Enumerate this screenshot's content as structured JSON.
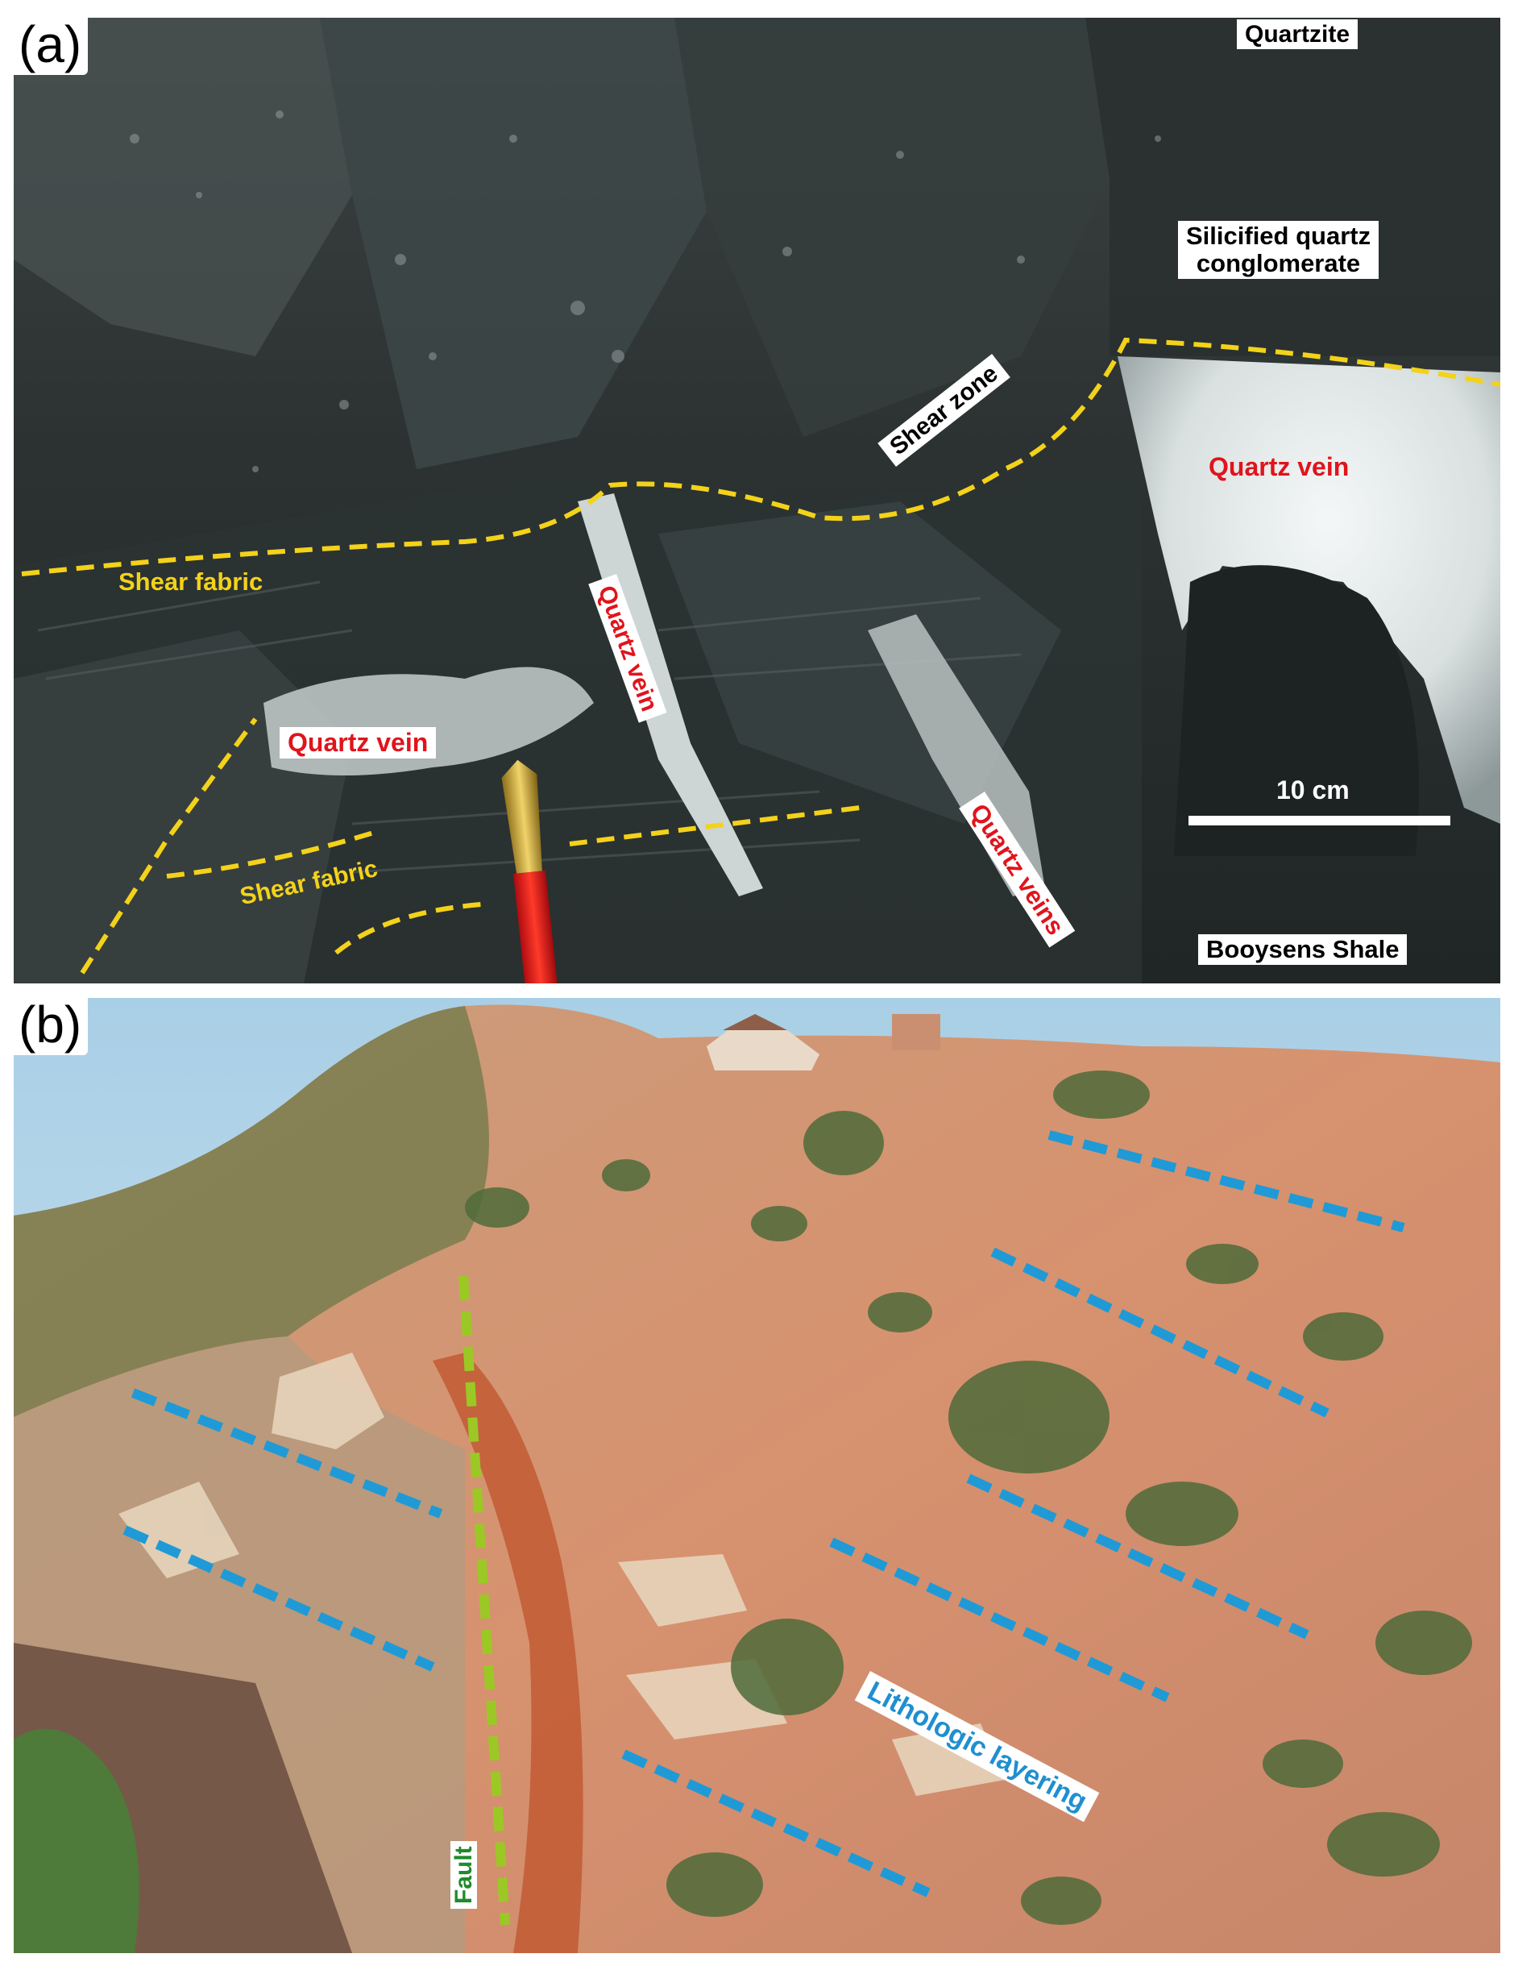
{
  "panel_a": {
    "label": "(a)",
    "annotations": {
      "quartzite": "Quartzite",
      "silicified_line1": "Silicified quartz",
      "silicified_line2": "conglomerate",
      "shear_zone": "Shear zone",
      "quartz_vein_right": "Quartz vein",
      "quartz_vein_center": "Quartz vein",
      "quartz_vein_left": "Quartz vein",
      "quartz_veins": "Quartz veins",
      "shear_fabric_upper": "Shear fabric",
      "shear_fabric_lower": "Shear fabric",
      "scale": "10 cm",
      "booysens_shale": "Booysens Shale"
    }
  },
  "panel_b": {
    "label": "(b)",
    "annotations": {
      "lithologic_layering": "Lithologic layering",
      "fault": "Fault"
    }
  },
  "colors": {
    "shear_line": "#f3d21a",
    "vein_text": "#e0141c",
    "layering_line": "#1f9ad6",
    "fault_line": "#9bc825",
    "fault_text": "#1f8a2a",
    "layering_text": "#1f8fd0"
  }
}
